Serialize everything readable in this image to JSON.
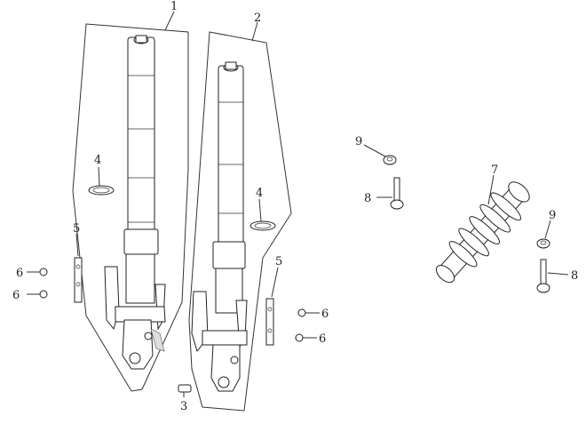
{
  "diagram": {
    "callouts": [
      {
        "id": "c1",
        "text": "1"
      },
      {
        "id": "c2",
        "text": "2"
      },
      {
        "id": "c3",
        "text": "3"
      },
      {
        "id": "c4a",
        "text": "4"
      },
      {
        "id": "c4b",
        "text": "4"
      },
      {
        "id": "c5a",
        "text": "5"
      },
      {
        "id": "c5b",
        "text": "5"
      },
      {
        "id": "c6a",
        "text": "6"
      },
      {
        "id": "c6b",
        "text": "6"
      },
      {
        "id": "c6c",
        "text": "6"
      },
      {
        "id": "c6d",
        "text": "6"
      },
      {
        "id": "c7",
        "text": "7"
      },
      {
        "id": "c8a",
        "text": "8"
      },
      {
        "id": "c8b",
        "text": "8"
      },
      {
        "id": "c9a",
        "text": "9"
      },
      {
        "id": "c9b",
        "text": "9"
      }
    ]
  }
}
